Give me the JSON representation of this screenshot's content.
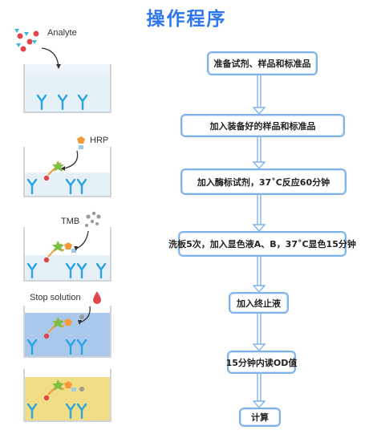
{
  "title": "操作程序",
  "left_labels": {
    "analyte": "Analyte",
    "hrp": "HRP",
    "tmb": "TMB",
    "stop": "Stop solution"
  },
  "steps": [
    "准备试剂、样品和标准品",
    "加入装备好的样品和标准品",
    "加入酶标试剂，37˚C反应60分钟",
    "洗板5次，加入显色液A、B，37˚C显色15分钟",
    "加入终止液",
    "15分钟内读OD值",
    "计算"
  ],
  "colors": {
    "title": "#2f76f0",
    "box_border": "#7fb4ea",
    "antibody": "#2aa3e0",
    "stop_liquid": "#a9c8ec",
    "final_liquid": "#f1dd86",
    "analyte_red": "#e0474c",
    "analyte_cyan": "#3fb4de",
    "hrp": "#f59a3b"
  }
}
